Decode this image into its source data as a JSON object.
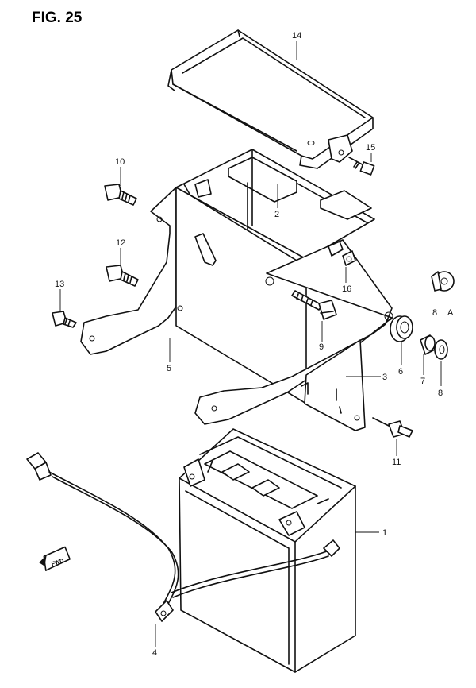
{
  "figure": {
    "title": "FIG. 25"
  },
  "direction_marker": {
    "text": "FWD"
  },
  "callouts": [
    {
      "id": "14",
      "label": "14"
    },
    {
      "id": "15",
      "label": "15"
    },
    {
      "id": "10",
      "label": "10"
    },
    {
      "id": "2",
      "label": "2"
    },
    {
      "id": "12",
      "label": "12"
    },
    {
      "id": "16",
      "label": "16"
    },
    {
      "id": "13",
      "label": "13"
    },
    {
      "id": "8a",
      "label": "8"
    },
    {
      "id": "A",
      "label": "A"
    },
    {
      "id": "9",
      "label": "9"
    },
    {
      "id": "5",
      "label": "5"
    },
    {
      "id": "6",
      "label": "6"
    },
    {
      "id": "7",
      "label": "7"
    },
    {
      "id": "3",
      "label": "3"
    },
    {
      "id": "8b",
      "label": "8"
    },
    {
      "id": "11",
      "label": "11"
    },
    {
      "id": "1",
      "label": "1"
    },
    {
      "id": "4",
      "label": "4"
    }
  ]
}
